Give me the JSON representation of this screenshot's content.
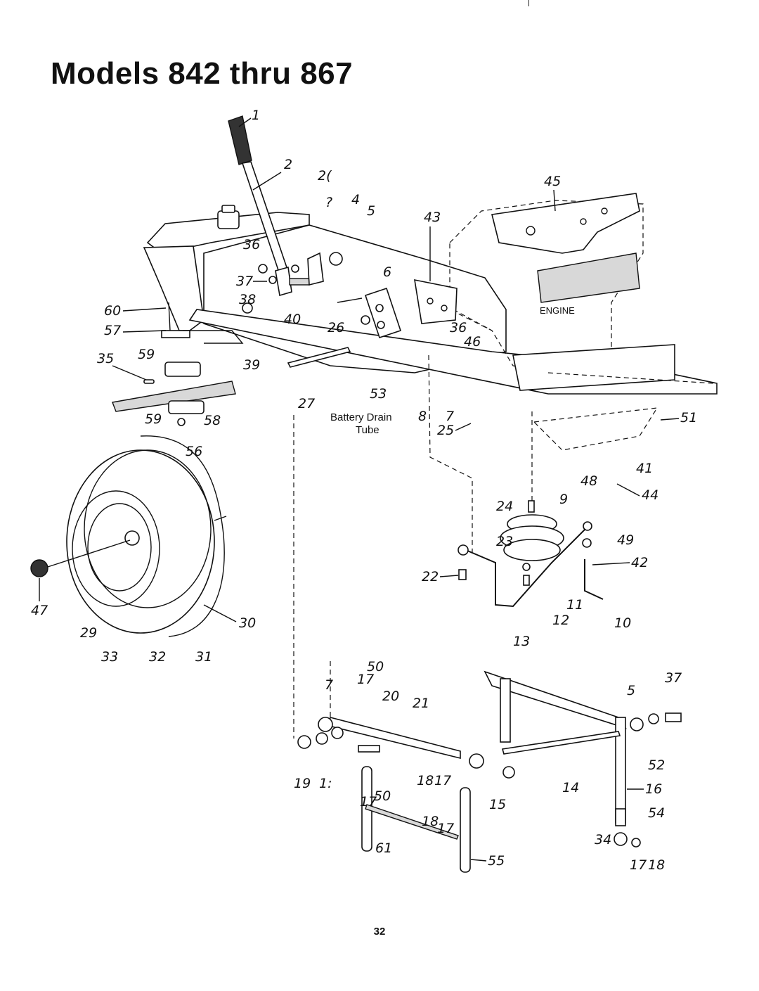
{
  "document": {
    "title": "Models 842 thru 867",
    "page_number": "32"
  },
  "labels": {
    "engine": "ENGINE",
    "battery_drain_tube_line1": "Battery Drain",
    "battery_drain_tube_line2": "Tube"
  },
  "callouts": {
    "c1": "1",
    "c2": "2",
    "c2b": "2(",
    "c3": "?",
    "c4": "4",
    "c5": "5",
    "c6": "6",
    "c43": "43",
    "c45": "45",
    "c36a": "36",
    "c37a": "37",
    "c38": "38",
    "c40": "40",
    "c26": "26",
    "c36b": "36",
    "c46": "46",
    "c60": "60",
    "c57": "57",
    "c35": "35",
    "c59a": "59",
    "c39": "39",
    "c27": "27",
    "c53": "53",
    "c8": "8",
    "c7": "7",
    "c25": "25",
    "c51": "51",
    "c59b": "59",
    "c58": "58",
    "c56": "56",
    "c41": "41",
    "c48": "48",
    "c44": "44",
    "c9": "9",
    "c24": "24",
    "c49": "49",
    "c23": "23",
    "c42": "42",
    "c22": "22",
    "c11": "11",
    "c12": "12",
    "c10": "10",
    "c13": "13",
    "c47": "47",
    "c29": "29",
    "c30": "30",
    "c33": "33",
    "c32": "32",
    "c31": "31",
    "c50a": "50",
    "c17a": "17",
    "c7b": "7",
    "c20": "20",
    "c21": "21",
    "c37b": "37",
    "c5b": "5",
    "c52": "52",
    "c19": "19",
    "c15a": "1:",
    "c18a": "18",
    "c17b": "17",
    "c14": "14",
    "c16": "16",
    "c17c": "17",
    "c50b": "50",
    "c18b": "18",
    "c17d": "17",
    "c15b": "15",
    "c54": "54",
    "c61": "61",
    "c55": "55",
    "c34": "34",
    "c17e": "17",
    "c18c": "18"
  }
}
